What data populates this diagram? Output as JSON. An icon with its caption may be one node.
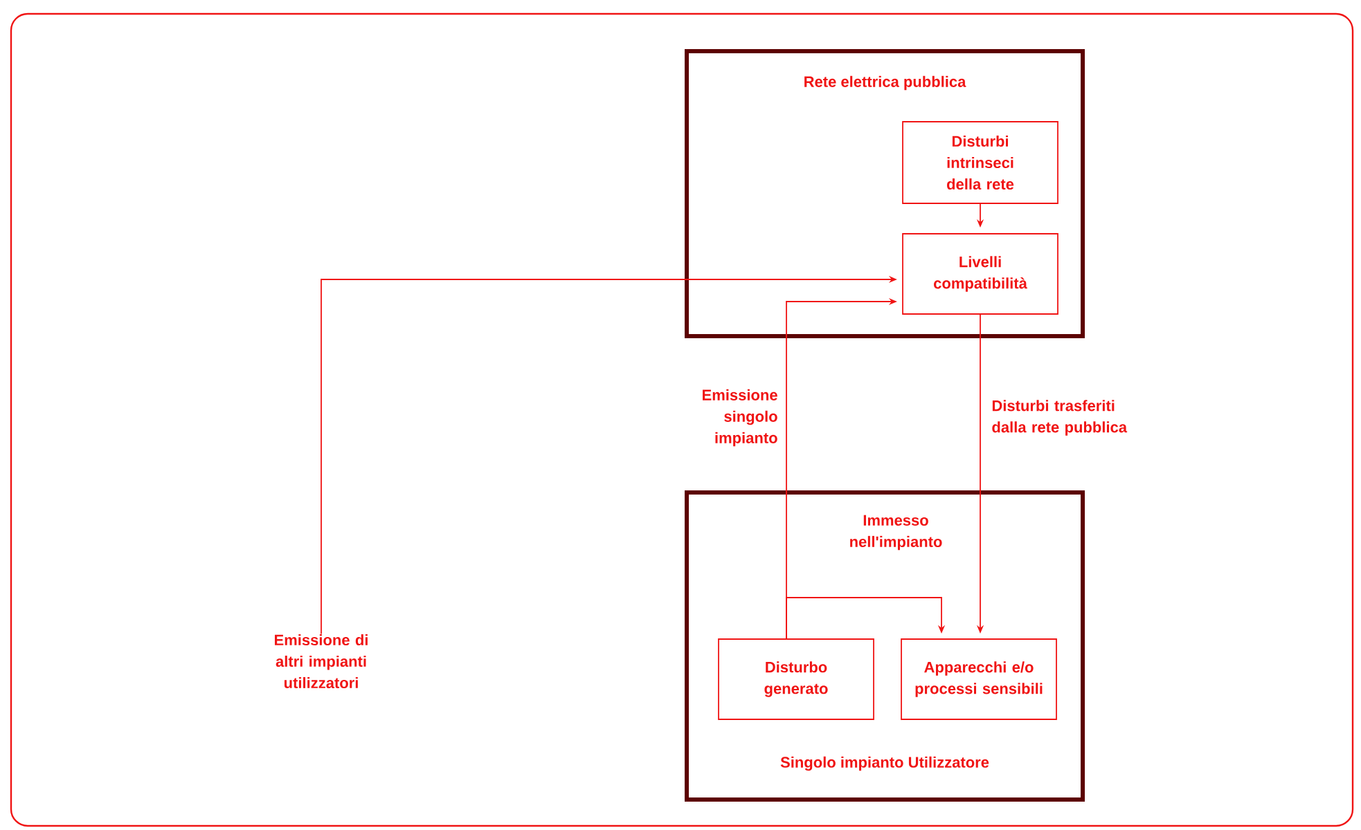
{
  "diagram": {
    "nodes": [
      {
        "text": [
          "Rete elettrica pubblica"
        ]
      },
      {
        "text": [
          "Disturbi intrinseci della rete"
        ],
        "in": 0
      },
      {
        "text": [
          "Livelli compatibilità"
        ],
        "in": 0
      },
      {
        "text": [
          "Emissione di altri impianti utilizzatori"
        ]
      },
      {
        "text": [
          "Singolo impianto Utilizzatore"
        ]
      },
      {
        "text": [
          "Disturbo generato"
        ],
        "in": 4
      },
      {
        "text": [
          "Apparecchi e/o processi sensibili"
        ],
        "in": 4
      }
    ],
    "edges": [
      {
        "from": 1,
        "to": 2,
        "arrow": "to"
      },
      {
        "from": 3,
        "to": 2,
        "arrow": "to"
      },
      {
        "from": 5,
        "to": 2,
        "arrow": "to",
        "label": "Emissione singolo impianto"
      },
      {
        "from": 2,
        "to": 6,
        "arrow": "to",
        "label": "Disturbi trasferiti dalla rete pubblica"
      },
      {
        "from": 5,
        "to": 6,
        "arrow": "to",
        "label": "Immesso nell'impianto"
      }
    ]
  }
}
